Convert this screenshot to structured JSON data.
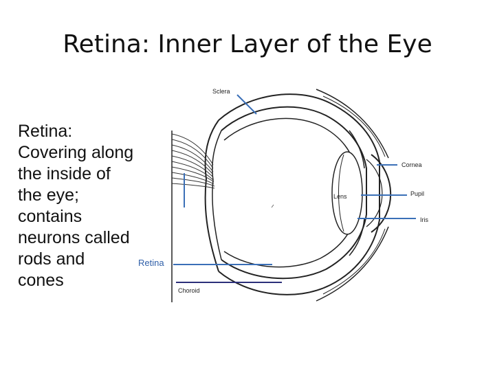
{
  "slide": {
    "title": "Retina: Inner Layer of the Eye",
    "body": "Retina: Covering along the inside of the eye; contains neurons called rods and cones"
  },
  "diagram": {
    "labels": {
      "sclera": "Sclera",
      "cornea": "Cornea",
      "pupil": "Pupil",
      "iris": "Iris",
      "lens": "Lens",
      "retina": "Retina",
      "choroid": "Choroid"
    },
    "colors": {
      "outline": "#222222",
      "pointer": "#3a6fb7",
      "choroid_pointer": "#2b2f7a",
      "retina_label": "#2f5fa8"
    }
  }
}
